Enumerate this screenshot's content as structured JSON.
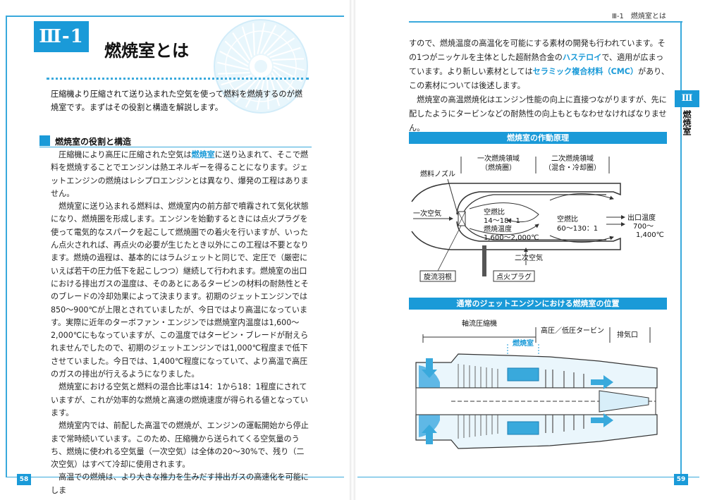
{
  "left_page": {
    "chapter_badge": "Ⅲ-1",
    "chapter_title": "燃焼室とは",
    "intro": "圧縮機より圧縮されて送り込まれた空気を使って燃料を燃焼するのが燃焼室です。まずはその役割と構造を解説します。",
    "section_heading": "燃焼室の役割と構造",
    "paragraphs": [
      {
        "before": "圧縮機により高圧に圧縮された空気は",
        "highlight": "燃焼室",
        "after": "に送り込まれて、そこで燃料を燃焼することでエンジンは熱エネルギーを得ることになります。ジェットエンジンの燃焼はレシプロエンジンとは異なり、爆発の工程はありません。"
      },
      {
        "before": "燃焼室に送り込まれる燃料は、燃焼室内の前方部で噴霧されて気化状態になり、燃焼圏を形成します。エンジンを始動するときには点火プラグを使って電気的なスパークを起こして燃焼圏での着火を行いますが、いったん点火されれば、再点火の必要が生じたとき以外にこの工程は不要となります。燃焼の過程は、基本的にはラムジェットと同じで、定圧で（厳密にいえば若干の圧力低下を起こしつつ）継続して行われます。燃焼室の出口における排出ガスの温度は、そのあとにあるタービンの材料の耐熱性とそのブレードの冷却効果によって決まります。初期のジェットエンジンでは850〜900℃が上限とされていましたが、今日ではより高温になっています。実際に近年のターボファン・エンジンでは燃焼室内温度は1,600〜2,000℃にもなっていますが、この温度ではタービン・ブレードが耐えられませんでしたので、初期のジェットエンジンでは1,000℃程度まで低下させていました。今日では、1,400℃程度になっていて、より高温で高圧のガスの排出が行えるようになりました。",
        "highlight": "",
        "after": ""
      },
      {
        "before": "燃焼室における空気と燃料の混合比率は14：1から18：1程度にされていますが、これが効率的な燃焼と高速の燃焼速度が得られる値となっています。",
        "highlight": "",
        "after": ""
      },
      {
        "before": "燃焼室内では、前配した高温での燃焼が、エンジンの運転開始から停止まで常時続いています。このため、圧縮機から送られてくる空気量のうち、燃焼に使われる空気量（一次空気）は全体の20〜30%で、残り（二次空気）はすべて冷却に使用されます。",
        "highlight": "",
        "after": ""
      },
      {
        "before": "高温での燃焼は、より大きな推力を生みだす排出ガスの高速化を可能にしま",
        "highlight": "",
        "after": ""
      }
    ],
    "page_number": "58"
  },
  "right_page": {
    "running_head": "Ⅲ-1　燃焼室とは",
    "side_tab": "Ⅲ",
    "side_label": "燃焼室",
    "paragraph1": {
      "part1": "すので、燃焼温度の高温化を可能にする素材の開発も行われています。その1つがニッケルを主体とした超耐熱合金の",
      "hl1": "ハステロイ",
      "part2": "で、適用が広まっています。より新しい素材としては",
      "hl2": "セラミック複合材料（CMC）",
      "part3": "があり、この素材については後述します。"
    },
    "paragraph2": "燃焼室の高温燃焼化はエンジン性能の向上に直接つながりますが、先に配したようにタービンなどの耐熱性の向上もともなわせなければなりません。",
    "page_number": "59"
  },
  "figure1": {
    "title": "燃焼室の作動原理",
    "labels": {
      "primary_zone": "一次燃焼領域",
      "primary_zone_sub": "（燃焼圏）",
      "secondary_zone": "二次燃焼領域",
      "secondary_zone_sub": "（混合・冷却圏）",
      "fuel_nozzle": "燃料ノズル",
      "primary_air": "一次空気",
      "ratio1_label": "空燃比",
      "ratio1_value": "14〜18：1",
      "temp_label": "燃焼温度",
      "temp_value": "1,600〜2,000℃",
      "ratio2_label": "空燃比",
      "ratio2_value": "60〜130：1",
      "exit_temp_label": "出口温度",
      "exit_temp_value": "700〜",
      "exit_temp_value2": "1,400℃",
      "secondary_air": "二次空気",
      "swirler": "旋流羽根",
      "igniter": "点火プラグ"
    }
  },
  "figure2": {
    "title": "通常のジェットエンジンにおける燃焼室の位置",
    "labels": {
      "axial_compressor": "軸流圧縮機",
      "hp_lp_turbine": "高圧／低圧タービン",
      "exhaust": "排気口",
      "combustor": "燃焼室"
    }
  },
  "colors": {
    "accent": "#1a9ad8",
    "rule": "#39a9dc"
  }
}
